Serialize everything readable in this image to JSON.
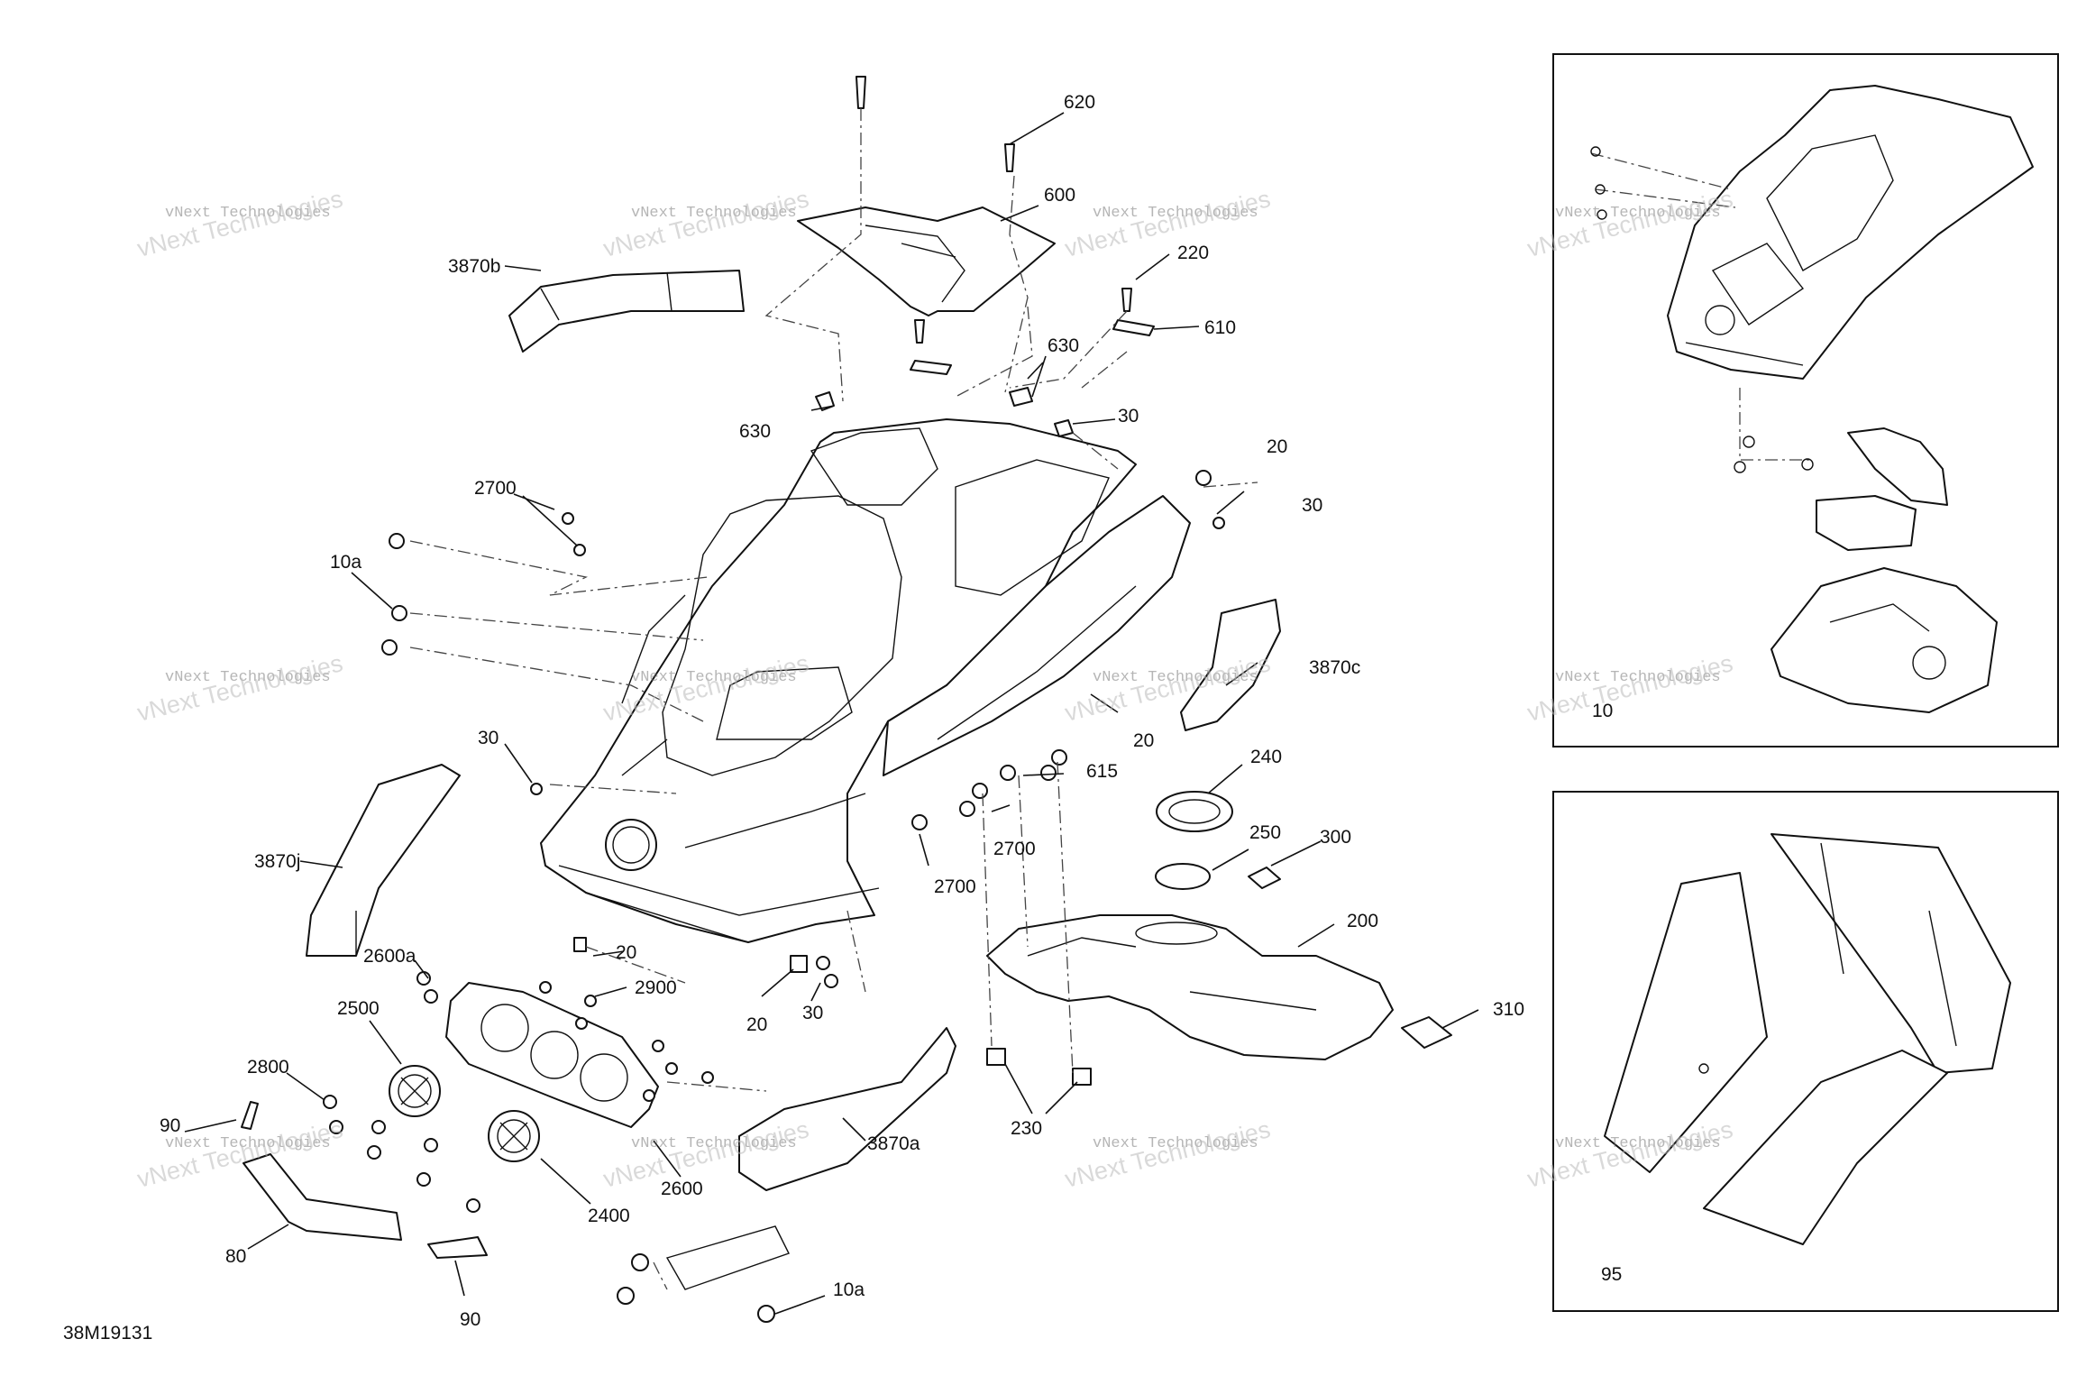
{
  "diagram": {
    "reference_code": "38M19131",
    "watermark": {
      "line1": "vNext Technologies",
      "line2": "vNext Technologies"
    },
    "callouts": {
      "c620": "620",
      "c600": "600",
      "c3870b": "3870b",
      "c220": "220",
      "c610": "610",
      "c630a": "630",
      "c630b": "630",
      "c30a": "30",
      "c20a": "20",
      "c30b": "30",
      "c2700a": "2700",
      "c10a_top": "10a",
      "c3870c": "3870c",
      "c20b": "20",
      "c30c": "30",
      "c615": "615",
      "c240": "240",
      "c3870j": "3870j",
      "c2700b": "2700",
      "c2700c": "2700",
      "c250": "250",
      "c300": "300",
      "c200": "200",
      "c2600a": "2600a",
      "c20c": "20",
      "c2900": "2900",
      "c2500": "2500",
      "c20d": "20",
      "c30d": "30",
      "c310": "310",
      "c2800": "2800",
      "c90a": "90",
      "c230": "230",
      "c3870a": "3870a",
      "c2600": "2600",
      "c2400": "2400",
      "c80": "80",
      "c90b": "90",
      "c10a_bottom": "10a",
      "c10_inset": "10",
      "c95_inset": "95"
    }
  }
}
